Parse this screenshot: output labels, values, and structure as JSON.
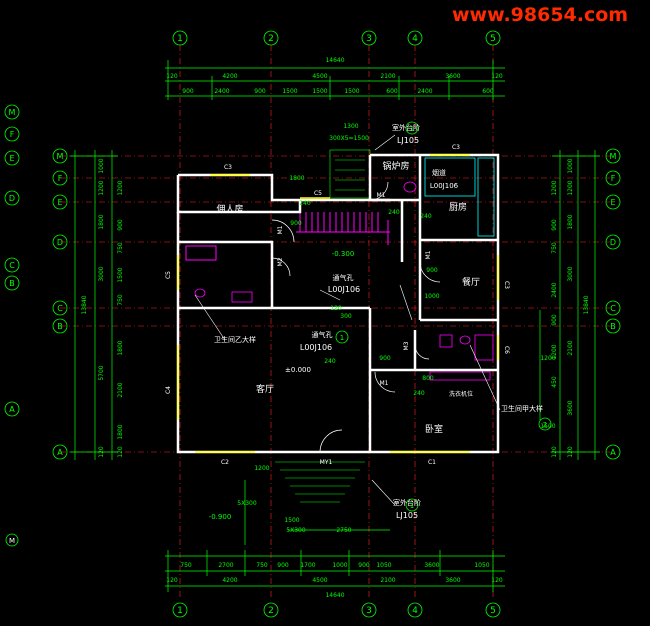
{
  "watermark": "www.98654.com",
  "colors": {
    "bg": "#000000",
    "wall": "#ffffff",
    "dim": "#00ff00",
    "axis": "#ff2020",
    "label": "#ffffff",
    "window": "#ffff00",
    "stair": "#ff00ff",
    "cyan": "#00ffff",
    "bubble": "#00ff00"
  },
  "axes": {
    "vertical": [
      "1",
      "2",
      "3",
      "4",
      "5"
    ],
    "horizontal_right": [
      "M",
      "F",
      "E",
      "D",
      "C",
      "B",
      "A"
    ],
    "horizontal_far_left": [
      "M",
      "F",
      "E",
      "D",
      "C",
      "B",
      "A"
    ]
  },
  "dims": {
    "total_top": "14640",
    "total_bottom": "14640",
    "total_left": "13840",
    "total_right": "13840",
    "top_row1": [
      "120",
      "4200",
      "4500",
      "2100",
      "3600",
      "120"
    ],
    "top_row2": [
      "900",
      "2400",
      "900",
      "1500",
      "1500",
      "1500",
      "600",
      "2400",
      "600"
    ],
    "bottom_row1": [
      "750",
      "2700",
      "750",
      "900",
      "1700",
      "1000",
      "900",
      "1050",
      "3600",
      "1050"
    ],
    "bottom_row2": [
      "120",
      "4200",
      "4500",
      "2100",
      "3600",
      "120"
    ],
    "left_outer": [
      "1000",
      "1200",
      "1800",
      "3000",
      "5700",
      "120"
    ],
    "left_inner": [
      "1200",
      "900",
      "750",
      "1500",
      "750",
      "1800",
      "2100",
      "1800",
      "120"
    ],
    "right_outer": [
      "1000",
      "1200",
      "1800",
      "3000",
      "2100",
      "3600",
      "120"
    ],
    "right_inner": [
      "1200",
      "900",
      "750",
      "2400",
      "900",
      "1200",
      "450",
      "120"
    ],
    "misc": [
      "1300",
      "300X5=1500",
      "1800",
      "1200",
      "5X300",
      "1500",
      "5X300",
      "2750",
      "240",
      "240",
      "240",
      "900",
      "800",
      "240",
      "300",
      "120",
      "900",
      "1000",
      "900",
      "1200",
      "1500",
      "240"
    ]
  },
  "rooms": {
    "servant": "佣人房",
    "boiler": "锅炉房",
    "kitchen": "厨房",
    "dining": "餐厅",
    "living": "客厅",
    "bedroom": "卧室",
    "chimney": "烟道"
  },
  "labels": {
    "outdoor_step_top": "室外台阶",
    "lj105_top": "LJ105",
    "outdoor_step_bottom": "室外台阶",
    "lj105_bottom": "LJ105",
    "vent1": "通气孔",
    "l00j106_1": "L00J106",
    "vent2": "通气孔",
    "l00j106_2": "L00J106",
    "l00j106_chimney": "L00J106",
    "bath_b": "卫生间乙大样",
    "bath_a": "卫生间甲大样",
    "elev_main": "±0.000",
    "elev_out": "-0.900",
    "elev_stair": "-0.300",
    "wash_machine": "洗衣机位",
    "c3_a": "C3",
    "c3_b": "C3",
    "c3_c": "C3",
    "c5_a": "C5",
    "c5_b": "C5",
    "c4": "C4",
    "c6": "C6",
    "c2": "C2",
    "c1": "C1",
    "my1": "MY1",
    "m1a": "M1",
    "m1b": "M1",
    "m1c": "M1",
    "m1d": "M1",
    "m2": "M2",
    "m3": "M3",
    "bub1": "1",
    "bub2": "1",
    "bub3": "2",
    "bub4": "1",
    "misc_left": "M"
  }
}
